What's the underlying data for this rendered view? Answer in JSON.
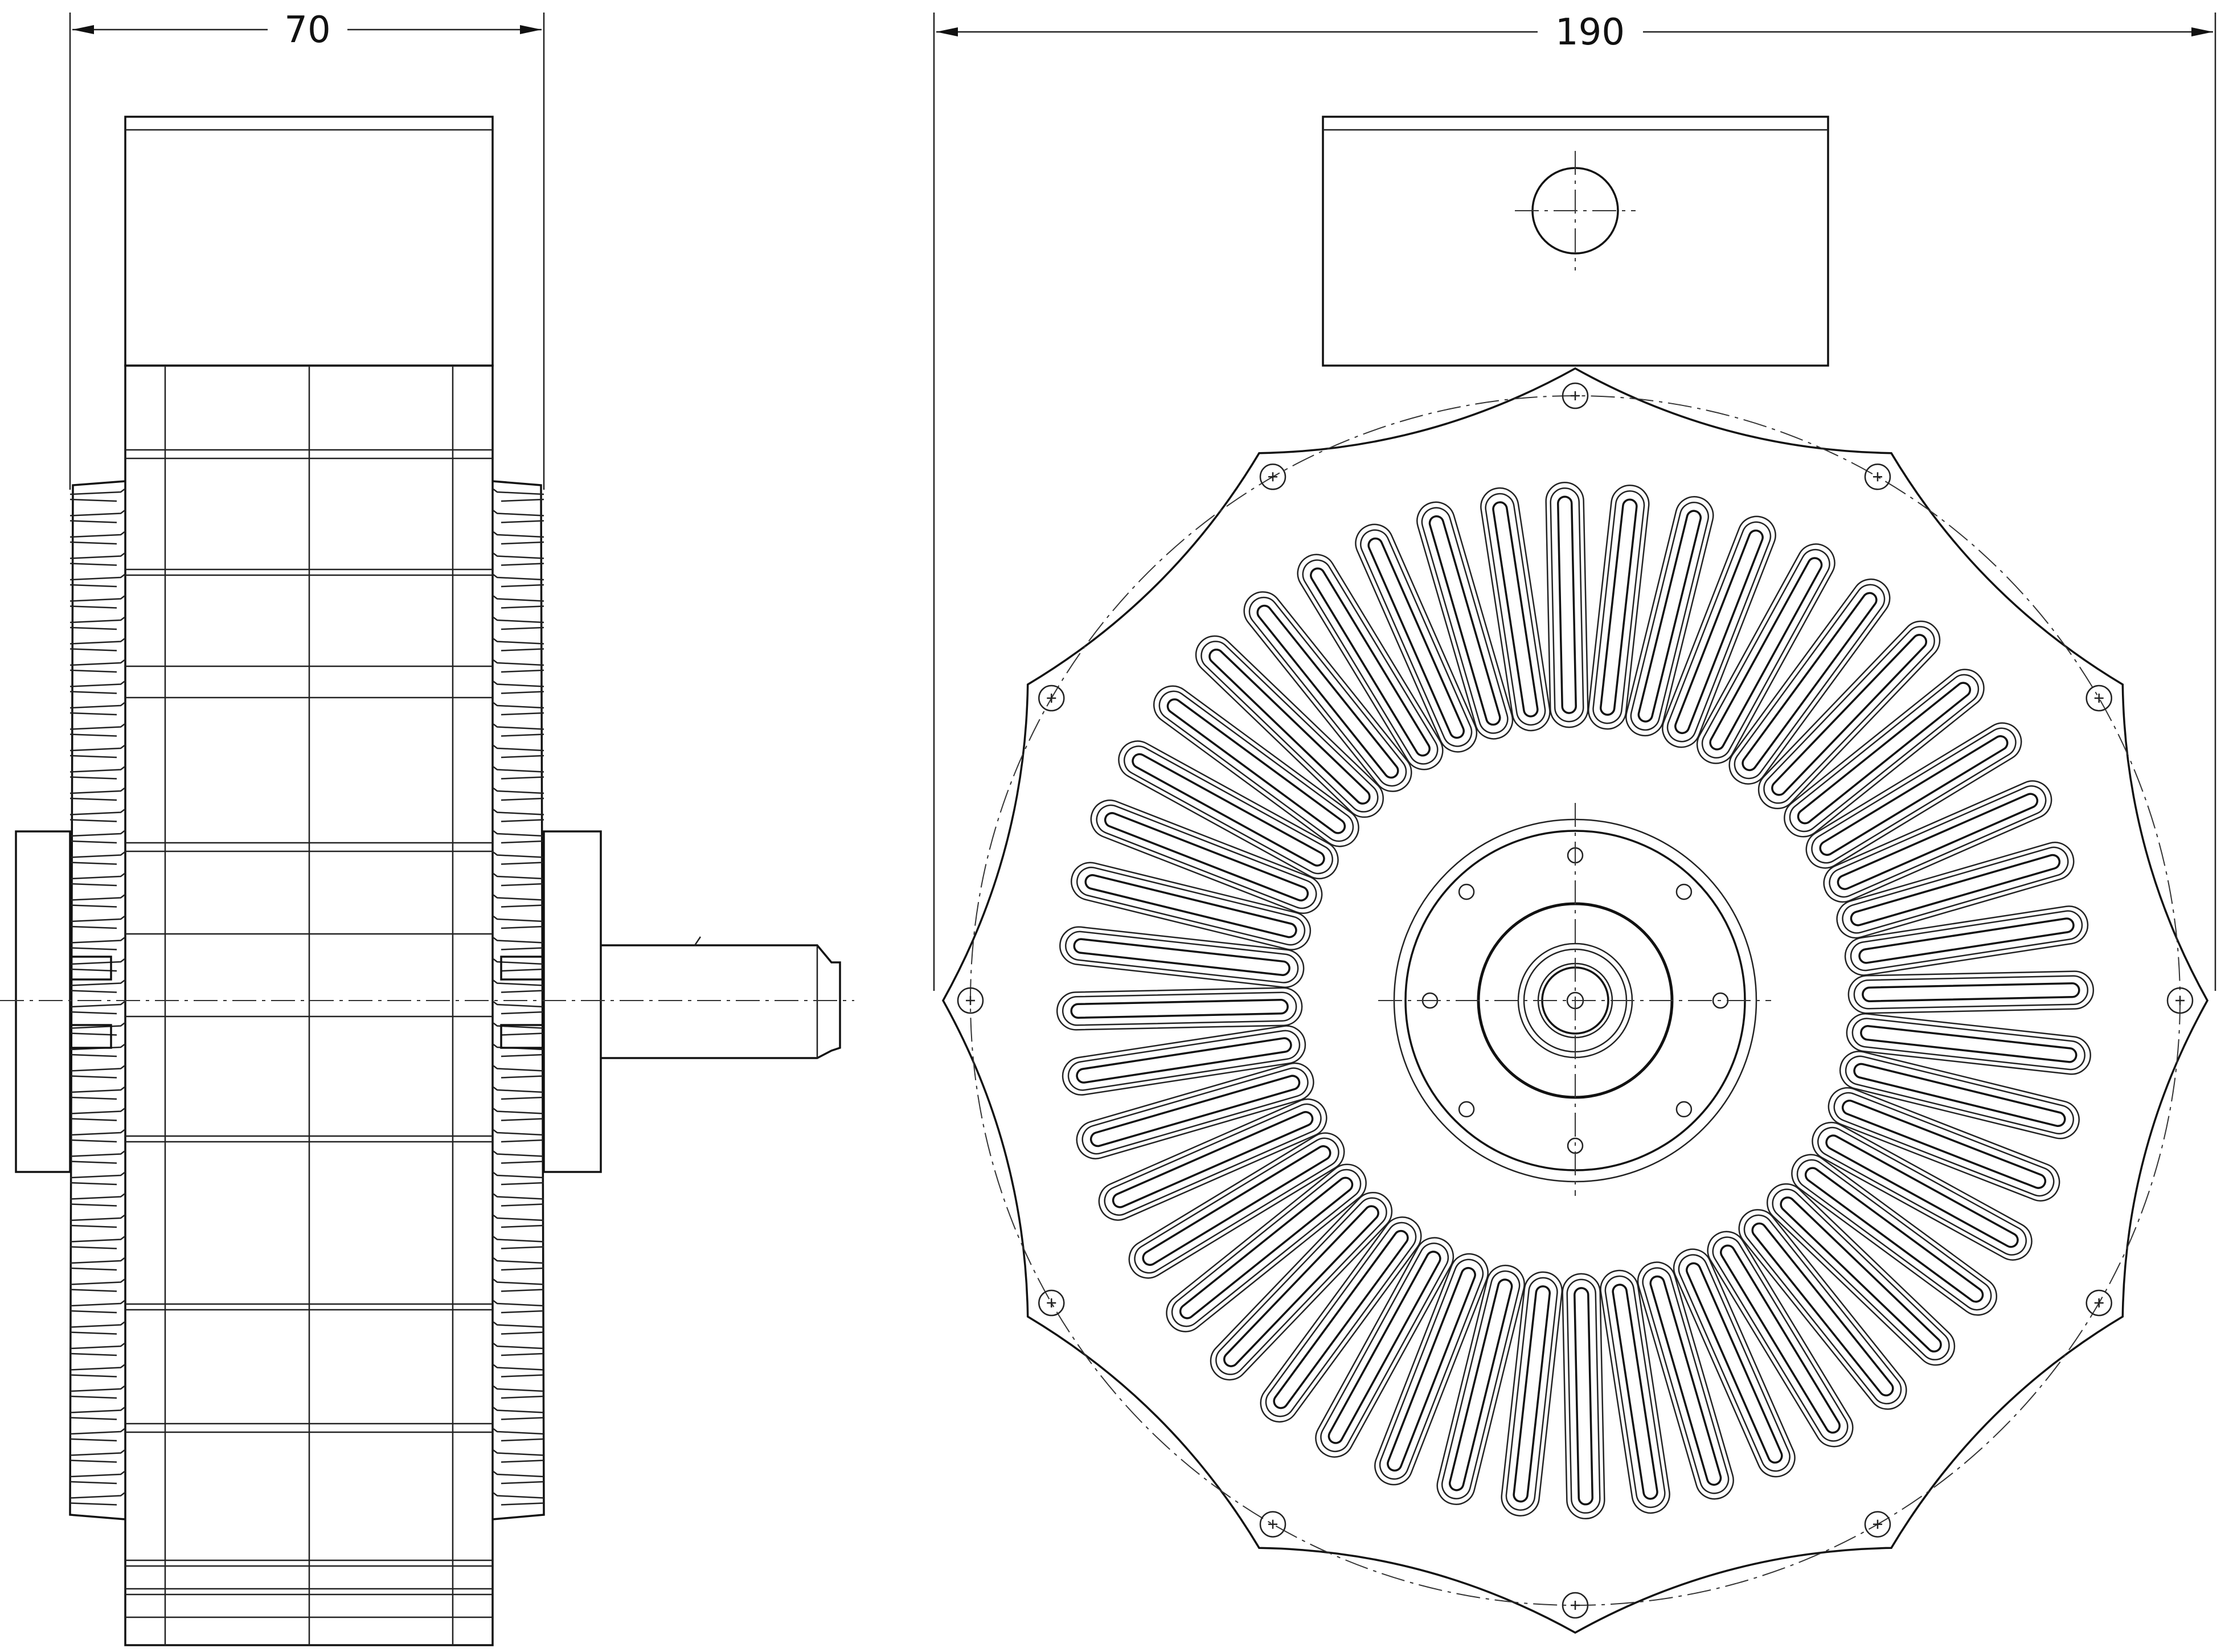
{
  "dimensions": {
    "side_width_label": "70",
    "front_width_label": "190"
  },
  "drawing": {
    "fin_count": 48,
    "bolt_circle_holes": 12,
    "hub_holes": 8,
    "line_color": "#111111",
    "background": "#ffffff"
  }
}
